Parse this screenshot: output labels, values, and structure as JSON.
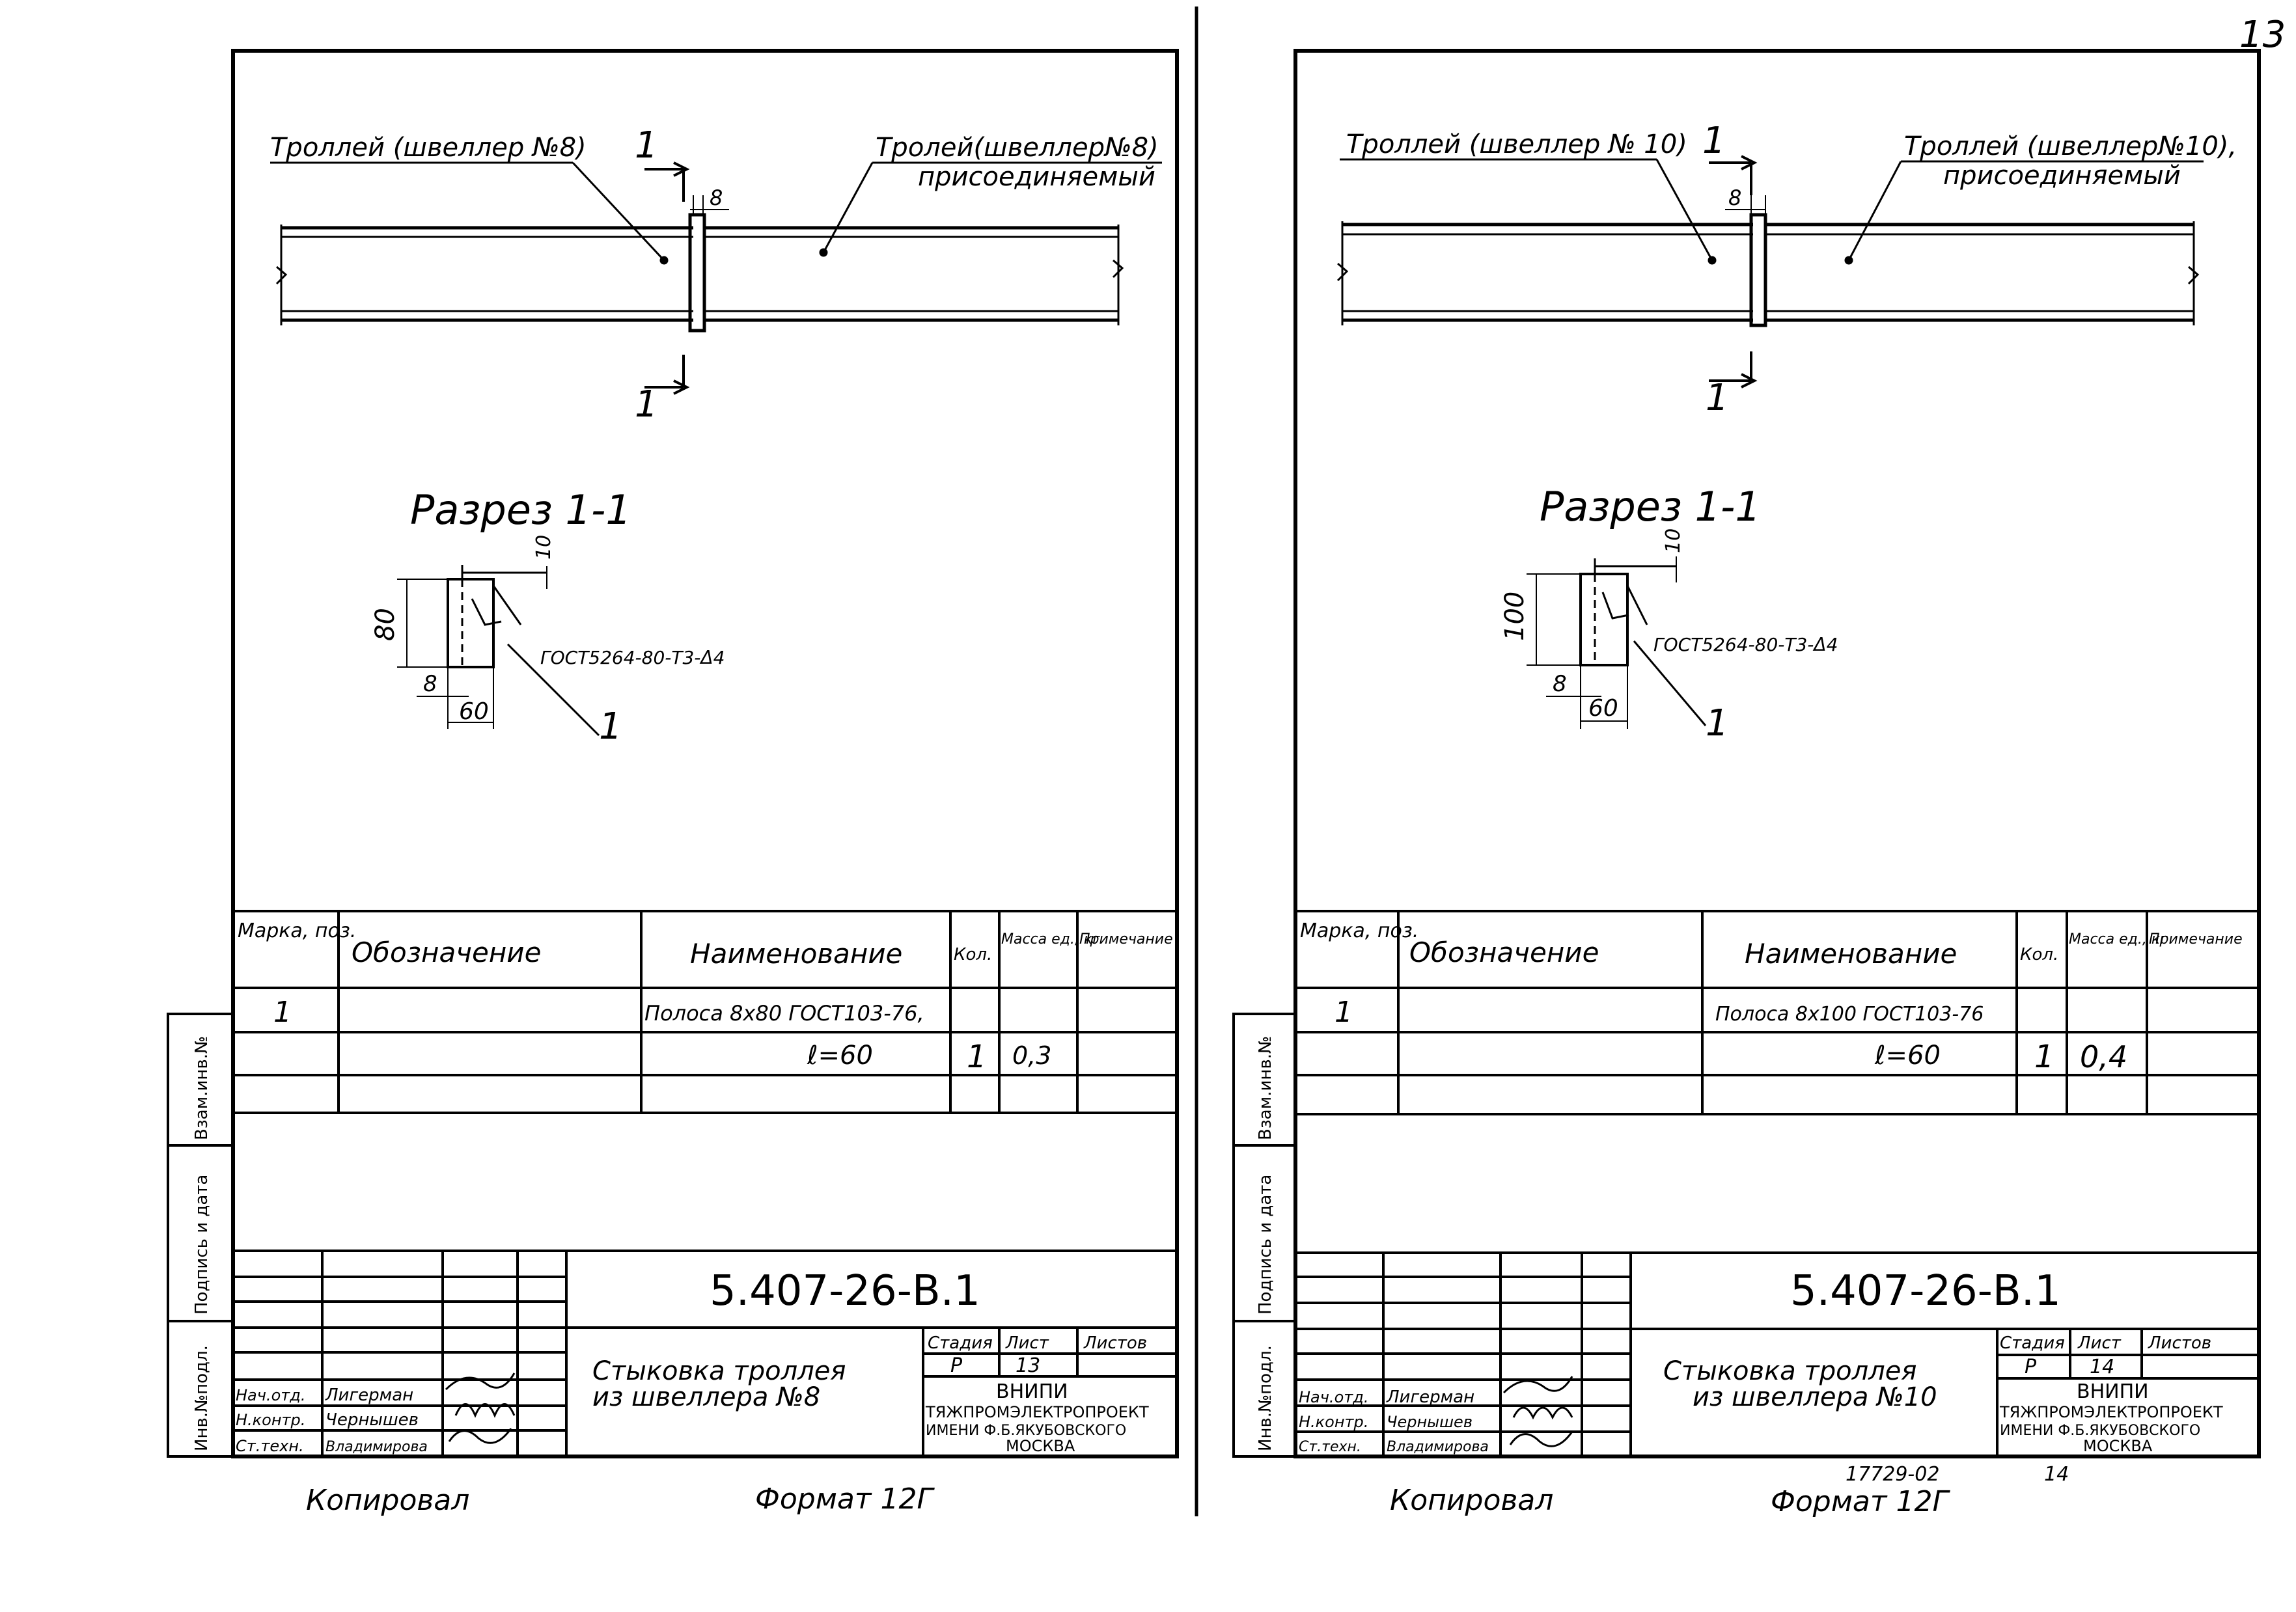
{
  "page_number": "13",
  "sheets": [
    {
      "callout_left": "Троллей (швеллер №8)",
      "callout_right_1": "Тролей(швеллер№8)",
      "callout_right_2": "присоединяемый",
      "gap_dim": "8",
      "section_mark": "1",
      "section_title": "Разрез 1-1",
      "sec_top": "10",
      "sec_height": "80",
      "sec_left": "8",
      "sec_bottom": "60",
      "sec_weld": "ГОСТ5264-80-Т3-Δ4",
      "sec_pos": "1",
      "spec_headers": {
        "mark": "Марка, поз.",
        "designation": "Обозначение",
        "name": "Наименование",
        "qty": "Кол.",
        "mass": "Масса ед., кг",
        "note": "Примечание"
      },
      "spec_row": {
        "mark": "1",
        "name_1": "Полоса 8x80 ГОСТ103-76,",
        "name_2": "ℓ=60",
        "qty": "1",
        "mass": "0,3"
      },
      "doc_code": "5.407-26-В.1",
      "drawing_title_1": "Стыковка троллея",
      "drawing_title_2": "из швеллера №8",
      "stage_label": "Стадия",
      "sheet_label": "Лист",
      "sheets_label": "Листов",
      "stage": "Р",
      "sheet_no": "13",
      "org_1": "ВНИПИ",
      "org_2": "ТЯЖПРОМЭЛЕКТРОПРОЕКТ",
      "org_3": "ИМЕНИ Ф.Б.ЯКУБОВСКОГО",
      "org_4": "МОСКВА",
      "signers": [
        {
          "role": "Нач.отд.",
          "name": "Лигерман"
        },
        {
          "role": "Н.контр.",
          "name": "Чернышев"
        },
        {
          "role": "Ст.техн.",
          "name": "Владимирова"
        }
      ],
      "copied": "Копировал",
      "format": "Формат 12Г"
    },
    {
      "callout_left": "Троллей (швеллер № 10)",
      "callout_right_1": "Троллей (швеллер№10),",
      "callout_right_2": "присоединяемый",
      "gap_dim": "8",
      "section_mark": "1",
      "section_title": "Разрез 1-1",
      "sec_top": "10",
      "sec_height": "100",
      "sec_left": "8",
      "sec_bottom": "60",
      "sec_weld": "ГОСТ5264-80-Т3-Δ4",
      "sec_pos": "1",
      "spec_headers": {
        "mark": "Марка, поз.",
        "designation": "Обозначение",
        "name": "Наименование",
        "qty": "Кол.",
        "mass": "Масса ед., кг",
        "note": "Примечание"
      },
      "spec_row": {
        "mark": "1",
        "name_1": "Полоса 8x100 ГОСТ103-76",
        "name_2": "ℓ=60",
        "qty": "1",
        "mass": "0,4"
      },
      "doc_code": "5.407-26-В.1",
      "drawing_title_1": "Стыковка троллея",
      "drawing_title_2": "из швеллера №10",
      "stage_label": "Стадия",
      "sheet_label": "Лист",
      "sheets_label": "Листов",
      "stage": "Р",
      "sheet_no": "14",
      "org_1": "ВНИПИ",
      "org_2": "ТЯЖПРОМЭЛЕКТРОПРОЕКТ",
      "org_3": "ИМЕНИ Ф.Б.ЯКУБОВСКОГО",
      "org_4": "МОСКВА",
      "signers": [
        {
          "role": "Нач.отд.",
          "name": "Лигерман"
        },
        {
          "role": "Н.контр.",
          "name": "Чернышев"
        },
        {
          "role": "Ст.техн.",
          "name": "Владимирова"
        }
      ],
      "copied": "Копировал",
      "format": "Формат 12Г"
    }
  ],
  "side_labels": {
    "inv_podl": "Инв.№подл.",
    "podpis": "Подпись и дата",
    "vzam": "Взам.инв.№"
  },
  "footer_number": "17729-02",
  "footer_sheet": "14"
}
